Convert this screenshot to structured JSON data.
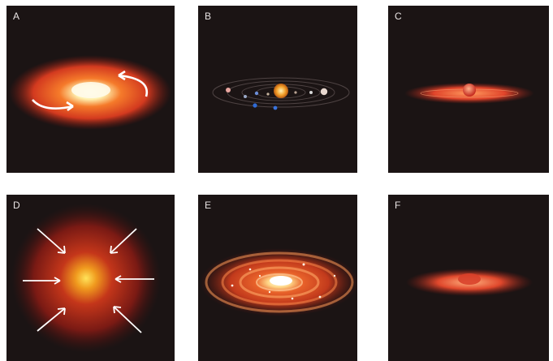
{
  "panels": [
    {
      "label": "A"
    },
    {
      "label": "B"
    },
    {
      "label": "C"
    },
    {
      "label": "D"
    },
    {
      "label": "E"
    },
    {
      "label": "F"
    }
  ],
  "colors": {
    "background": "#1b1414",
    "disk_outer": "#c8261b",
    "disk_mid": "#f0641f",
    "core": "#fff6d8",
    "arrow": "#ffffff"
  }
}
